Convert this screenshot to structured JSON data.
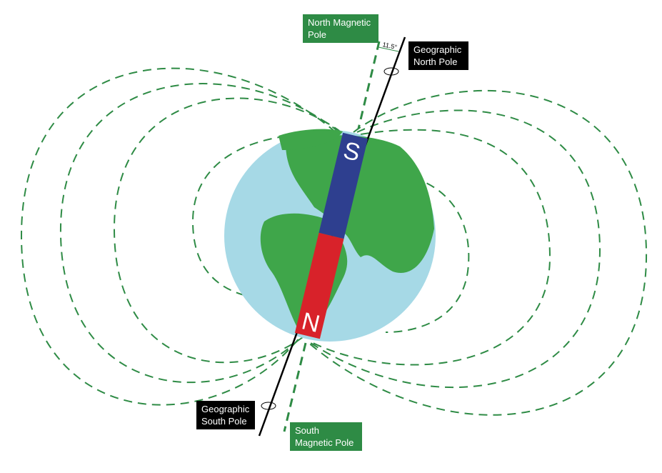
{
  "labels": {
    "north_magnetic_pole": "North Magnetic Pole",
    "geographic_north_pole": "Geographic North Pole",
    "geographic_south_pole": "Geographic South Pole",
    "south_magnetic_pole": "South Magnetic Pole",
    "tilt_angle": "11.5°"
  },
  "magnet": {
    "top_letter": "S",
    "bottom_letter": "N"
  },
  "colors": {
    "field": "#2e8b45",
    "ocean": "#a6d9e6",
    "land": "#3fa64a",
    "magnet_south": "#2e3f8f",
    "magnet_north": "#d8222a"
  }
}
